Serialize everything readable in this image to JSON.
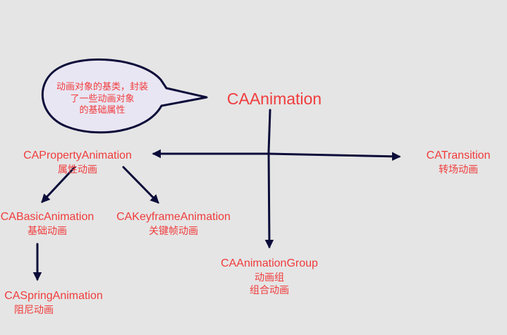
{
  "diagram": {
    "colors": {
      "background": "#e5e5e5",
      "text": "#f03c3c",
      "arrow": "#0c0c3a",
      "bubble_fill": "#e9e6f3",
      "bubble_stroke": "#0c0c3a"
    },
    "callout": {
      "lines": [
        "动画对象的基类，封装",
        "了一些动画对象",
        "的基础属性"
      ]
    },
    "nodes": {
      "root": {
        "title": "CAAnimation"
      },
      "property": {
        "title": "CAPropertyAnimation",
        "subtitle": "属性动画"
      },
      "transition": {
        "title": "CATransition",
        "subtitle": "转场动画"
      },
      "group": {
        "title": "CAAnimationGroup",
        "subtitle": "动画组",
        "subtitle2": "组合动画"
      },
      "basic": {
        "title": "CABasicAnimation",
        "subtitle": "基础动画"
      },
      "keyframe": {
        "title": "CAKeyframeAnimation",
        "subtitle": "关键帧动画"
      },
      "spring": {
        "title": "CASpringAnimation",
        "subtitle": "阻尼动画"
      }
    },
    "edges": [
      {
        "from": "root",
        "to": "property"
      },
      {
        "from": "root",
        "to": "transition"
      },
      {
        "from": "root",
        "to": "group"
      },
      {
        "from": "property",
        "to": "basic"
      },
      {
        "from": "property",
        "to": "keyframe"
      },
      {
        "from": "basic",
        "to": "spring"
      }
    ]
  }
}
